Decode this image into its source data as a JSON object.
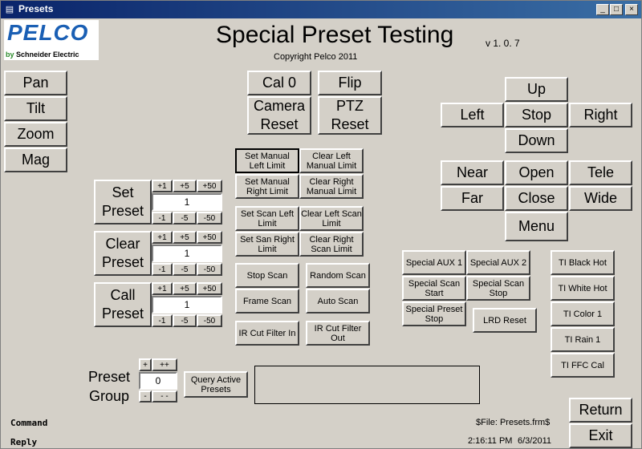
{
  "window": {
    "title": "Presets",
    "controls": {
      "minimize": "_",
      "maximize": "□",
      "close": "×"
    }
  },
  "logo": {
    "brand": "PELCO",
    "by": "by",
    "company": "Schneider Electric"
  },
  "header": {
    "title": "Special Preset Testing",
    "version": "v 1. 0. 7",
    "copyright": "Copyright Pelco 2011"
  },
  "left_buttons": {
    "pan": "Pan",
    "tilt": "Tilt",
    "zoom": "Zoom",
    "mag": "Mag"
  },
  "top_buttons": {
    "cal0": "Cal 0",
    "flip": "Flip",
    "camera_reset_1": "Camera",
    "camera_reset_2": "Reset",
    "ptz_reset_1": "PTZ",
    "ptz_reset_2": "Reset"
  },
  "direction": {
    "up": "Up",
    "left": "Left",
    "stop": "Stop",
    "right": "Right",
    "down": "Down"
  },
  "lens": {
    "near": "Near",
    "open": "Open",
    "tele": "Tele",
    "far": "Far",
    "close": "Close",
    "wide": "Wide",
    "menu": "Menu"
  },
  "presets": {
    "set": {
      "line1": "Set",
      "line2": "Preset",
      "value": "1"
    },
    "clear": {
      "line1": "Clear",
      "line2": "Preset",
      "value": "1"
    },
    "call": {
      "line1": "Call",
      "line2": "Preset",
      "value": "1"
    },
    "plus": [
      "+1",
      "+5",
      "+50"
    ],
    "minus": [
      "-1",
      "-5",
      "-50"
    ]
  },
  "limits": {
    "set_manual_left": [
      "Set Manual",
      "Left Limit"
    ],
    "clear_left_manual": [
      "Clear Left",
      "Manual Limit"
    ],
    "set_manual_right": [
      "Set Manual",
      "Right Limit"
    ],
    "clear_right_manual": [
      "Clear Right",
      "Manual Limit"
    ],
    "set_scan_left": [
      "Set Scan Left",
      "Limit"
    ],
    "clear_left_scan": [
      "Clear Left Scan",
      "Limit"
    ],
    "set_scan_right": [
      "Set San Right",
      "Limit"
    ],
    "clear_right_scan": [
      "Clear Right",
      "Scan Limit"
    ]
  },
  "scans": {
    "stop_scan": "Stop Scan",
    "random_scan": "Random Scan",
    "frame_scan": "Frame Scan",
    "auto_scan": "Auto Scan",
    "ir_cut_in": "IR Cut Filter In",
    "ir_cut_out": [
      "IR Cut Filter",
      "Out"
    ]
  },
  "special": {
    "aux1": "Special AUX 1",
    "aux2": "Special AUX 2",
    "scan_start": [
      "Special Scan",
      "Start"
    ],
    "scan_stop": [
      "Special Scan",
      "Stop"
    ],
    "preset_stop": [
      "Special Preset",
      "Stop"
    ],
    "lrd_reset": "LRD Reset"
  },
  "ti": {
    "black_hot": "TI Black Hot",
    "white_hot": "TI White Hot",
    "color1": "TI Color 1",
    "rain1": "TI Rain 1",
    "ffc_cal": "TI FFC Cal"
  },
  "preset_group": {
    "line1": "Preset",
    "line2": "Group",
    "value": "0",
    "plus": "+",
    "plusplus": "++",
    "minus": "-",
    "minusminus": "- -",
    "query_1": "Query Active",
    "query_2": "Presets"
  },
  "footer": {
    "command_label": "Command",
    "reply_label": "Reply",
    "file": "$File: Presets.frm$",
    "time": "2:16:11 PM",
    "date": "6/3/2011",
    "return": "Return",
    "exit": "Exit"
  },
  "colors": {
    "title_start": "#0a246a",
    "title_end": "#3a6ea5",
    "face": "#d4d0c8",
    "logo_blue": "#1a5fb4"
  }
}
